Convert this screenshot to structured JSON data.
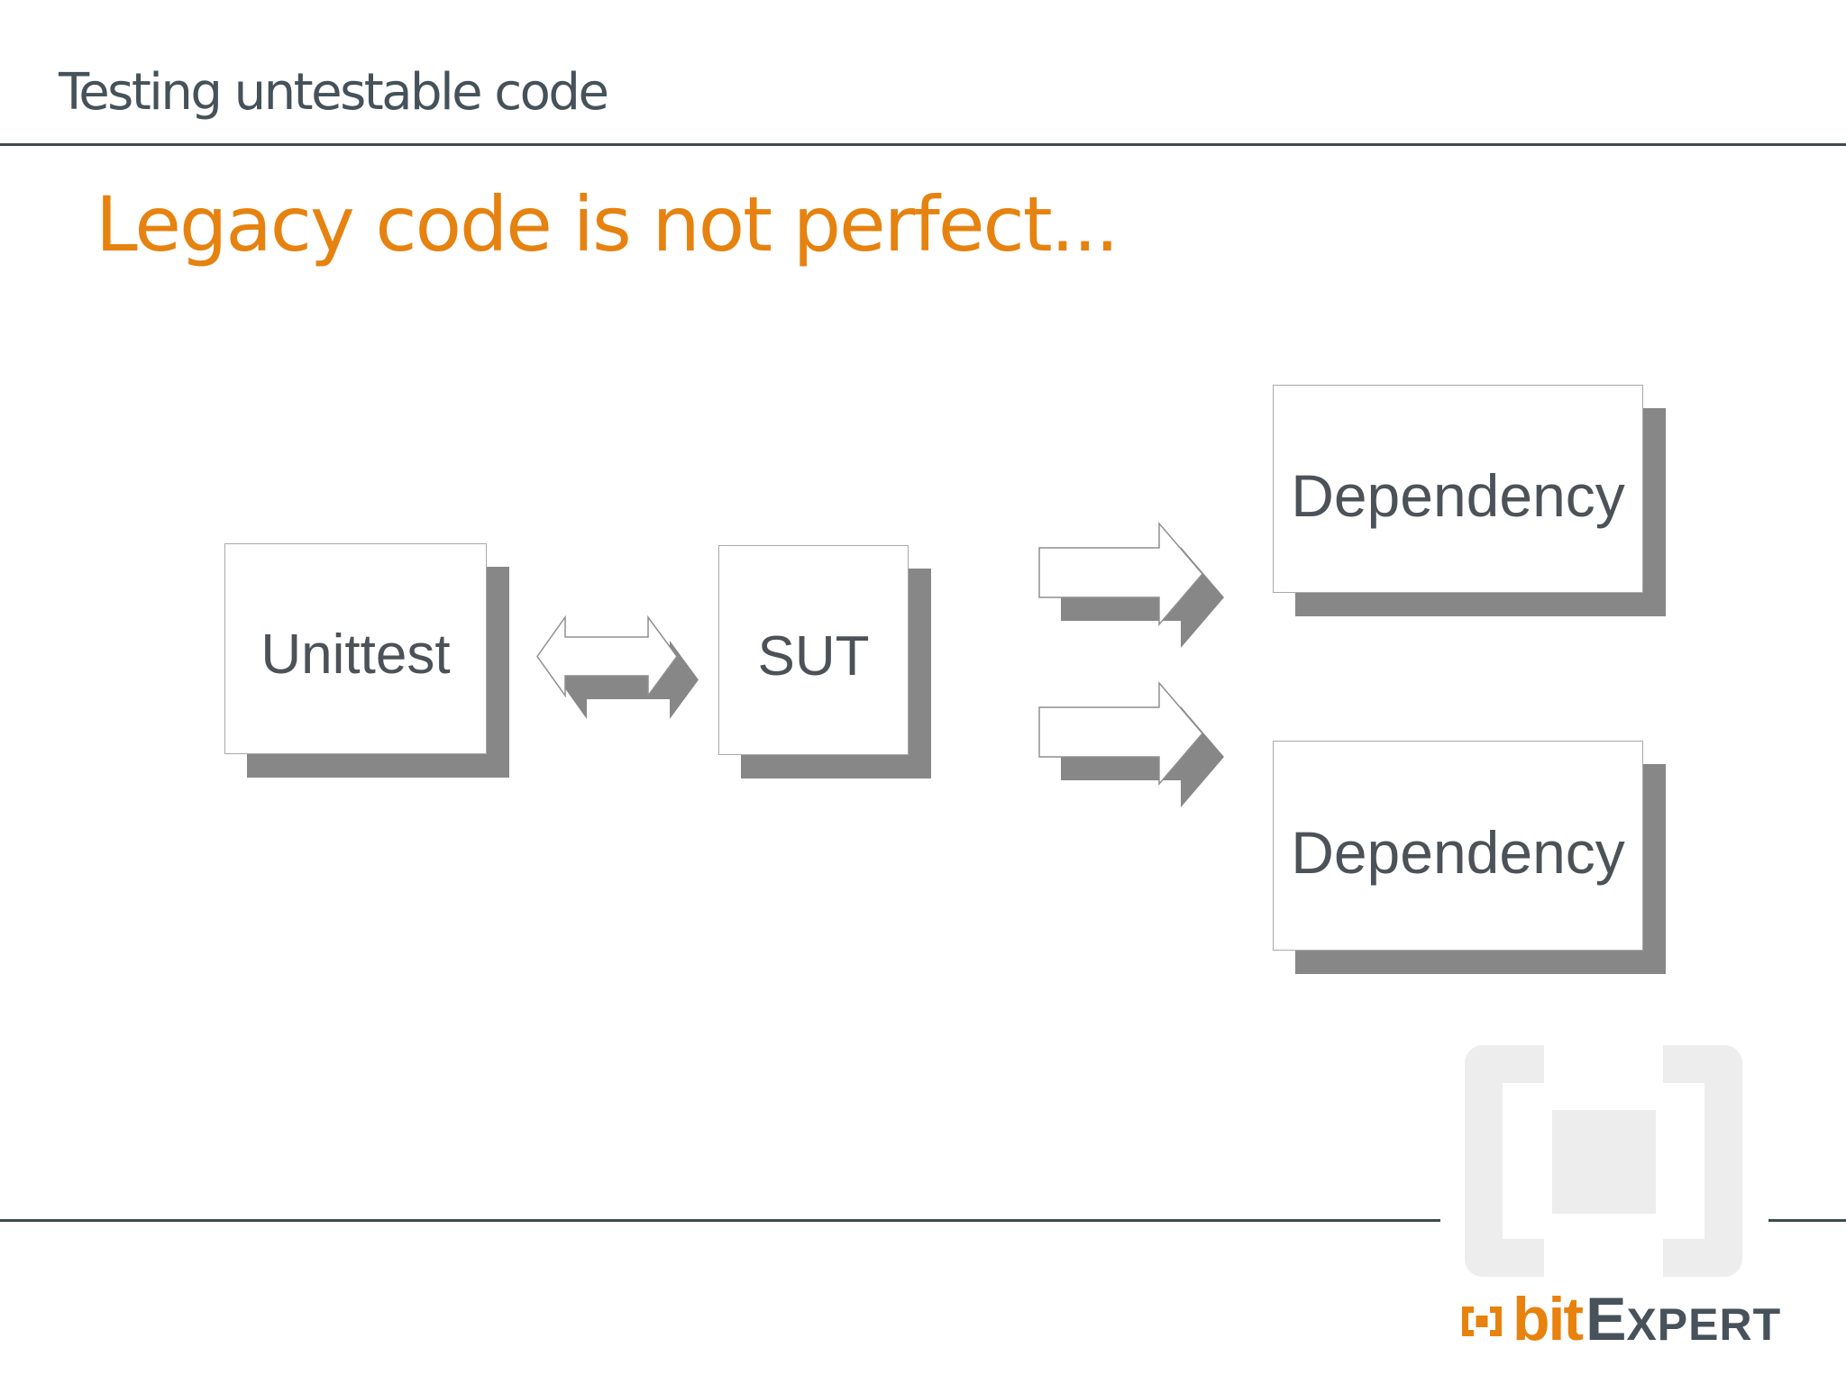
{
  "slide": {
    "title": "Testing untestable code",
    "heading": "Legacy code is not perfect..."
  },
  "diagram": {
    "nodes": [
      {
        "id": "unittest",
        "label": "Unittest"
      },
      {
        "id": "sut",
        "label": "SUT"
      },
      {
        "id": "dependency-top",
        "label": "Dependency"
      },
      {
        "id": "dependency-bottom",
        "label": "Dependency"
      }
    ],
    "edges": [
      {
        "from": "unittest",
        "to": "sut",
        "direction": "bidirectional"
      },
      {
        "from": "sut",
        "to": "dependency-top",
        "direction": "right"
      },
      {
        "from": "sut",
        "to": "dependency-bottom",
        "direction": "right"
      }
    ]
  },
  "footer": {
    "brand": {
      "bit": "bit",
      "expert_initial": "E",
      "expert_rest": "XPERT"
    }
  },
  "colors": {
    "accent_orange": "#e6820f",
    "logo_orange": "#e8820e",
    "line_dark": "#3e4a4e",
    "title_text": "#45525a",
    "node_text": "#4c5257",
    "shadow_gray": "#878787",
    "watermark_gray": "#ededed",
    "background": "#ffffff"
  }
}
